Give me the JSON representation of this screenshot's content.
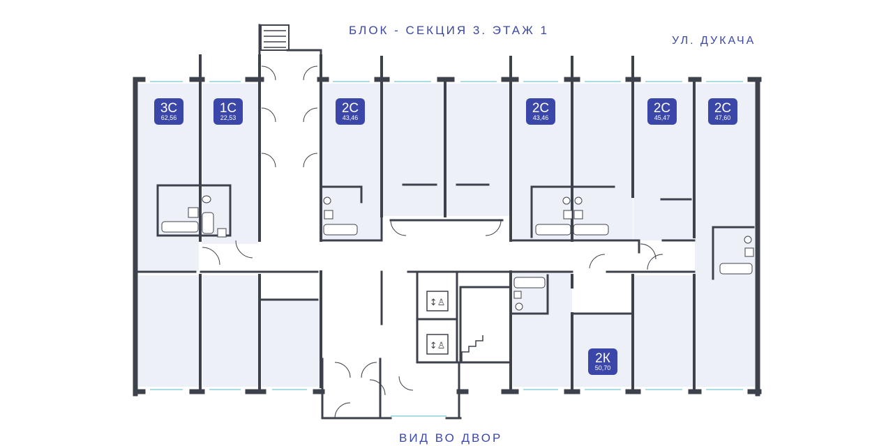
{
  "header": {
    "title": "БЛОК - СЕКЦИЯ 3. ЭТАЖ 1",
    "street": "УЛ. ДУКАЧА"
  },
  "footer": {
    "view": "ВИД ВО ДВОР"
  },
  "apartments": [
    {
      "code": "3С",
      "area": "62,56"
    },
    {
      "code": "1С",
      "area": "22,53"
    },
    {
      "code": "2С",
      "area": "43,46"
    },
    {
      "code": "2С",
      "area": "43,46"
    },
    {
      "code": "2С",
      "area": "45,47"
    },
    {
      "code": "2С",
      "area": "47,60"
    },
    {
      "code": "2К",
      "area": "50,70"
    }
  ],
  "icons": [
    "elevator-icon",
    "elevator-icon",
    "stairs-icon",
    "bathtub-icon",
    "toilet-icon"
  ],
  "colors": {
    "badge": "#3a47a8",
    "room_fill": "#eef0f8",
    "wall": "#3d414b",
    "window": "#a9dde3",
    "text": "#3a47a8"
  }
}
